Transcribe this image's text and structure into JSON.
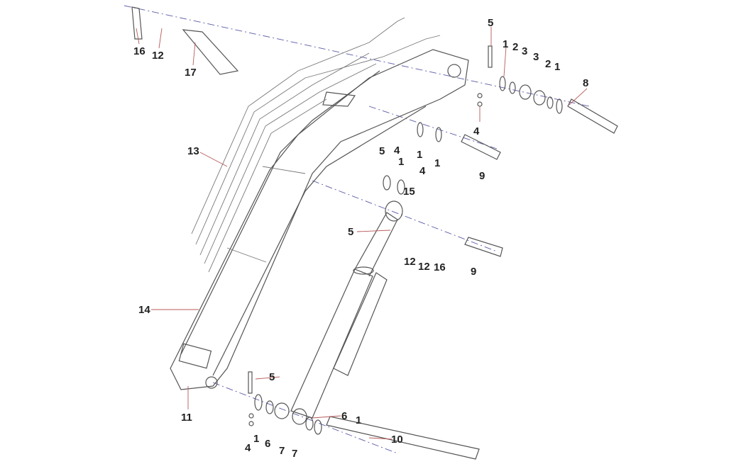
{
  "title": "Boom assembly exploded parts diagram",
  "labels": [
    "16",
    "12",
    "17",
    "5",
    "1",
    "2",
    "3",
    "3",
    "2",
    "1",
    "8",
    "4",
    "5",
    "4",
    "1",
    "1",
    "9",
    "13",
    "1",
    "4",
    "15",
    "5",
    "12",
    "12",
    "16",
    "9",
    "14",
    "5",
    "11",
    "6",
    "1",
    "10",
    "1",
    "6",
    "7",
    "7",
    "4"
  ],
  "colors": {
    "line": "#555555",
    "axis": "#5a5aa8",
    "leader": "#b85a5a"
  }
}
